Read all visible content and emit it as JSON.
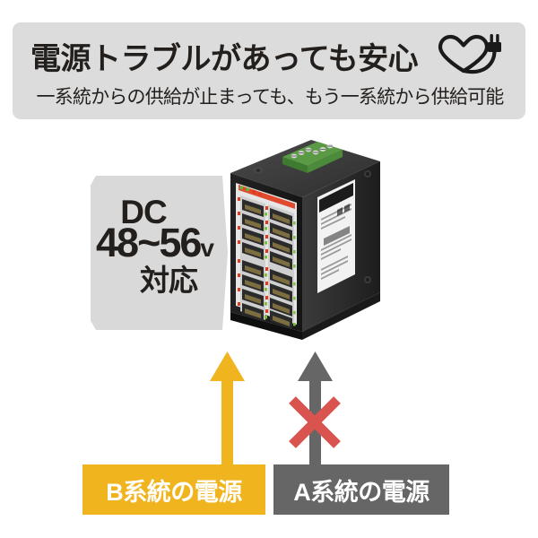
{
  "header": {
    "title": "電源トラブルがあっても安心",
    "subtitle": "一系統からの供給が止まっても、もう一系統から供給可能",
    "icon": "heart-plug-cable-icon",
    "background_color": "#DCDCDC",
    "text_color": "#231F1C"
  },
  "callout": {
    "name": "dc-voltage-callout",
    "line1": "DC",
    "line2_range": "48~56",
    "line2_unit": "v",
    "line3": "対応",
    "background_color": "#D9D9D9",
    "text_color": "#231F1C"
  },
  "device": {
    "name": "industrial-poe-switch",
    "body_color": "#2B2B2B",
    "top_color": "#3A3A3A",
    "front_panel_color": "#E8E8E8",
    "terminal_block_color": "#4B8B3B",
    "accent_stripe_color": "#E04A2F",
    "port_rows": 8,
    "port_columns": 2,
    "port_count": 16,
    "led_colors": [
      "#E03A20",
      "#7DBE3C"
    ]
  },
  "flow": {
    "arrow_b": {
      "name": "power-flow-arrow-b",
      "color": "#F0B51E",
      "direction": "up",
      "active": true
    },
    "arrow_a": {
      "name": "power-flow-arrow-a",
      "color": "#666666",
      "direction": "up",
      "active": false
    },
    "blocked_marker": {
      "name": "blocked-x-marker",
      "color": "#D9534F",
      "symbol": "x"
    }
  },
  "sources": [
    {
      "name": "power-source-b",
      "label": "B系統の電源",
      "background_color": "#F0B51E",
      "text_color": "#FFFFFF",
      "state": "supplying"
    },
    {
      "name": "power-source-a",
      "label": "A系統の電源",
      "background_color": "#666666",
      "text_color": "#FFFFFF",
      "state": "interrupted"
    }
  ]
}
